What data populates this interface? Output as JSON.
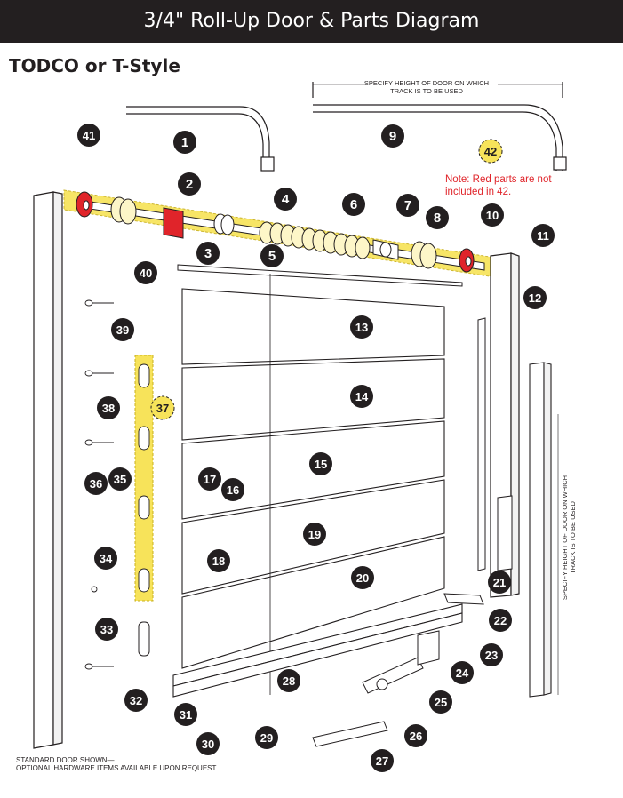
{
  "header": {
    "title": "3/4\" Roll-Up Door & Parts Diagram"
  },
  "subtitle": "TODCO or T-Style",
  "track_note": {
    "line1": "SPECIFY HEIGHT OF DOOR ON WHICH",
    "line2": "TRACK IS TO BE USED"
  },
  "side_note": {
    "line1": "SPECIFY HEIGHT OF DOOR ON WHICH",
    "line2": "TRACK IS TO BE USED"
  },
  "note": {
    "line1": "Note:  Red parts are not",
    "line2": "included in 42."
  },
  "footer": {
    "line1": "STANDARD DOOR SHOWN—",
    "line2": "OPTIONAL HARDWARE ITEMS AVAILABLE UPON REQUEST"
  },
  "colors": {
    "header_bg": "#231f20",
    "highlight": "#f7e35a",
    "red_part": "#e0242a",
    "badge": "#231f20"
  },
  "parts": [
    {
      "id": "1",
      "label": "1"
    },
    {
      "id": "2",
      "label": "2"
    },
    {
      "id": "3",
      "label": "3"
    },
    {
      "id": "4",
      "label": "4"
    },
    {
      "id": "5",
      "label": "5"
    },
    {
      "id": "6",
      "label": "6"
    },
    {
      "id": "7",
      "label": "7"
    },
    {
      "id": "8",
      "label": "8"
    },
    {
      "id": "9",
      "label": "9"
    },
    {
      "id": "10",
      "label": "10"
    },
    {
      "id": "11",
      "label": "11"
    },
    {
      "id": "12",
      "label": "12"
    },
    {
      "id": "13",
      "label": "13"
    },
    {
      "id": "14",
      "label": "14"
    },
    {
      "id": "15",
      "label": "15"
    },
    {
      "id": "16",
      "label": "16"
    },
    {
      "id": "17",
      "label": "17"
    },
    {
      "id": "18",
      "label": "18"
    },
    {
      "id": "19",
      "label": "19"
    },
    {
      "id": "20",
      "label": "20"
    },
    {
      "id": "21",
      "label": "21"
    },
    {
      "id": "22",
      "label": "22"
    },
    {
      "id": "23",
      "label": "23"
    },
    {
      "id": "24",
      "label": "24"
    },
    {
      "id": "25",
      "label": "25"
    },
    {
      "id": "26",
      "label": "26"
    },
    {
      "id": "27",
      "label": "27"
    },
    {
      "id": "28",
      "label": "28"
    },
    {
      "id": "29",
      "label": "29"
    },
    {
      "id": "30",
      "label": "30"
    },
    {
      "id": "31",
      "label": "31"
    },
    {
      "id": "32",
      "label": "32"
    },
    {
      "id": "33",
      "label": "33"
    },
    {
      "id": "34",
      "label": "34"
    },
    {
      "id": "35",
      "label": "35"
    },
    {
      "id": "36",
      "label": "36"
    },
    {
      "id": "37",
      "label": "37"
    },
    {
      "id": "38",
      "label": "38"
    },
    {
      "id": "39",
      "label": "39"
    },
    {
      "id": "40",
      "label": "40"
    },
    {
      "id": "41",
      "label": "41"
    },
    {
      "id": "42",
      "label": "42"
    }
  ]
}
